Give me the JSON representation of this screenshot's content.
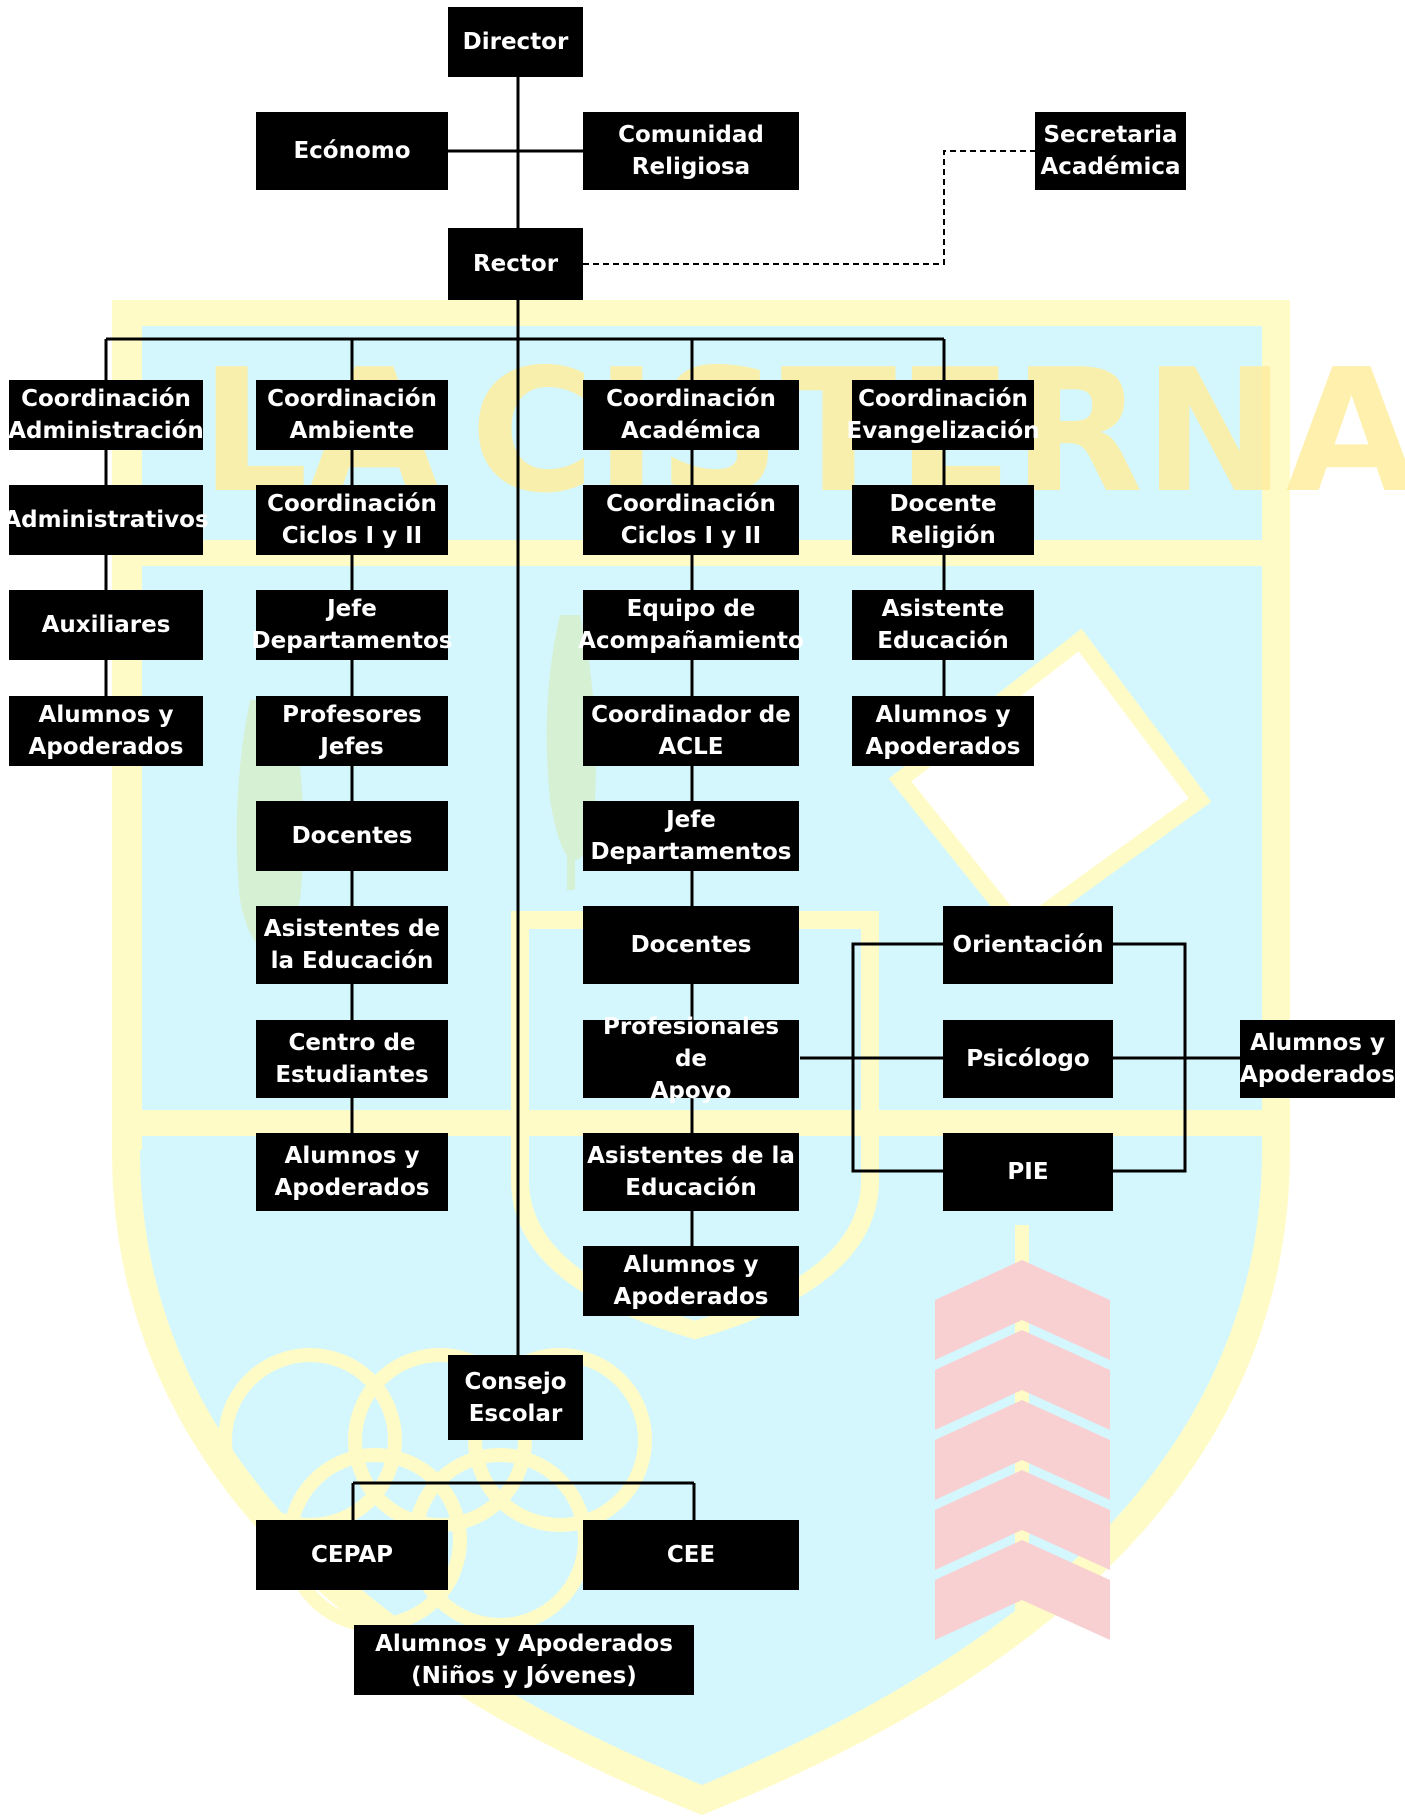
{
  "background": {
    "logo_text": "LA CISTERNA",
    "colors": {
      "shield_fill": "#d4f7fd",
      "shield_border": "#fffbc6",
      "letters": "#ffeea0",
      "tree": "#d6f0d4",
      "arrow": "#f8d0d2"
    }
  },
  "nodes": {
    "director": "Director",
    "economo": "Ecónomo",
    "comunidad": "Comunidad\nReligiosa",
    "secretaria": "Secretaria\nAcadémica",
    "rector": "Rector",
    "coord_admin": "Coordinación\nAdministración",
    "administrativos": "Administrativos",
    "auxiliares": "Auxiliares",
    "alumnos_admin": "Alumnos y\nApoderados",
    "coord_ambiente": "Coordinación\nAmbiente",
    "ciclos_amb": "Coordinación\nCiclos I y II",
    "jefe_dep_amb": "Jefe\nDepartamentos",
    "prof_jefes": "Profesores\nJefes",
    "docentes_amb": "Docentes",
    "asist_educ_amb": "Asistentes de\nla Educación",
    "centro_est": "Centro de\nEstudiantes",
    "alumnos_amb": "Alumnos y\nApoderados",
    "coord_acad": "Coordinación\nAcadémica",
    "ciclos_acad": "Coordinación\nCiclos I y II",
    "equipo_acomp": "Equipo de\nAcompañamiento",
    "coord_acle": "Coordinador de\nACLE",
    "jefe_dep_acad": "Jefe\nDepartamentos",
    "docentes_acad": "Docentes",
    "prof_apoyo": "Profesionales de\nApoyo",
    "asist_educ_acad": "Asistentes de la\nEducación",
    "alumnos_acad": "Alumnos y\nApoderados",
    "coord_evang": "Coordinación\nEvangelización",
    "docente_relig": "Docente\nReligión",
    "asist_educ_evang": "Asistente\nEducación",
    "alumnos_evang": "Alumnos y\nApoderados",
    "orientacion": "Orientación",
    "psicologo": "Psicólogo",
    "pie": "PIE",
    "alumnos_apoyo": "Alumnos y\nApoderados",
    "consejo": "Consejo\nEscolar",
    "cepap": "CEPAP",
    "cee": "CEE",
    "alumnos_final": "Alumnos  y Apoderados\n(Niños  y  Jóvenes)"
  }
}
